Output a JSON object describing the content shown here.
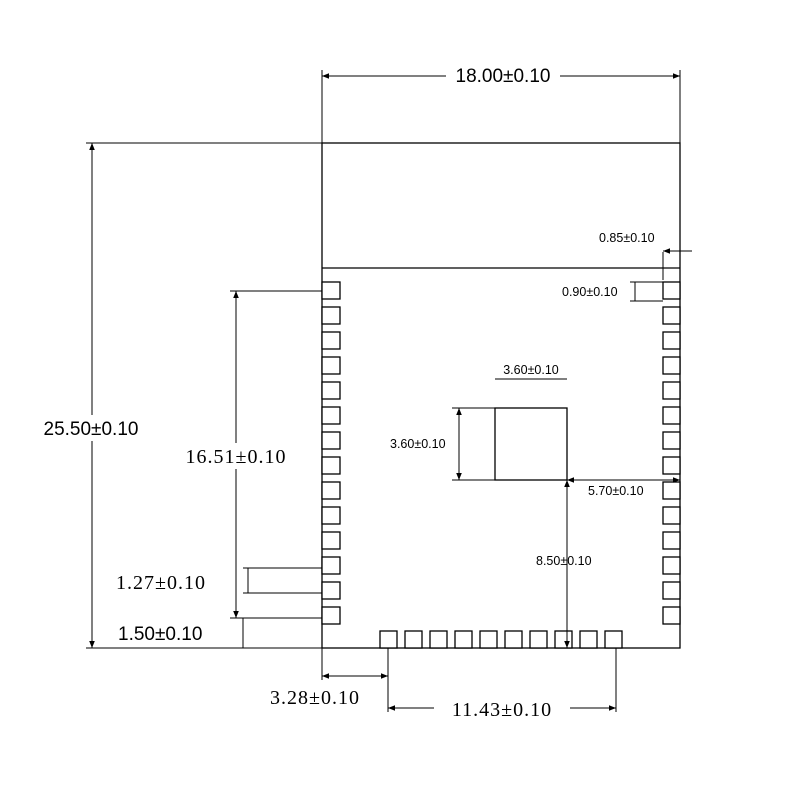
{
  "dimensions": {
    "width": "18.00±0.10",
    "height": "25.50±0.10",
    "pin_edge": "0.85±0.10",
    "pin_width": "0.90±0.10",
    "pad_width": "3.60±0.10",
    "pad_height": "3.60±0.10",
    "pad_offset_x": "5.70±0.10",
    "pad_offset_y": "8.50±0.10",
    "side_pin_span": "16.51±0.10",
    "pin_pitch": "1.27±0.10",
    "bottom_offset": "1.50±0.10",
    "bottom_left_offset": "3.28±0.10",
    "bottom_pin_span": "11.43±0.10"
  },
  "module": {
    "left_pin_count": 14,
    "right_pin_count": 14,
    "bottom_pin_count": 10
  }
}
